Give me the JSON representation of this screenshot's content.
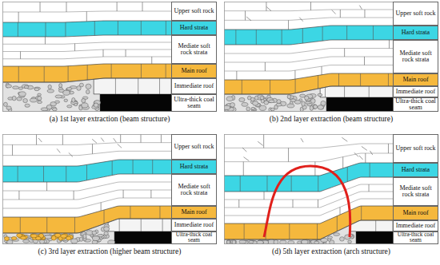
{
  "diagram": {
    "nodes": [
      {
        "text": [
          "(a) 1st layer extraction (beam structure)"
        ]
      },
      {
        "text": [
          "Upper soft rock"
        ],
        "in": 0
      },
      {
        "text": [
          "Hard strata"
        ],
        "in": 0
      },
      {
        "text": [
          "Mediate soft rock strata"
        ],
        "in": 0
      },
      {
        "text": [
          "Main roof"
        ],
        "in": 0
      },
      {
        "text": [
          "Immediate roof"
        ],
        "in": 0
      },
      {
        "text": [
          "Ultra-thick coal seam"
        ],
        "in": 0
      },
      {
        "text": [
          "(b) 2nd layer extraction (beam structure)"
        ]
      },
      {
        "text": [
          "Upper soft rock"
        ],
        "in": 7
      },
      {
        "text": [
          "Hard strata"
        ],
        "in": 7
      },
      {
        "text": [
          "Mediate soft rock strata"
        ],
        "in": 7
      },
      {
        "text": [
          "Main roof"
        ],
        "in": 7
      },
      {
        "text": [
          "Immediate roof"
        ],
        "in": 7
      },
      {
        "text": [
          "Ultra-thick coal seam"
        ],
        "in": 7
      },
      {
        "text": [
          "(c) 3rd layer extraction (higher beam structure)"
        ]
      },
      {
        "text": [
          "Upper soft rock"
        ],
        "in": 14
      },
      {
        "text": [
          "Hard strata"
        ],
        "in": 14
      },
      {
        "text": [
          "Mediate soft rock strata"
        ],
        "in": 14
      },
      {
        "text": [
          "Main roof"
        ],
        "in": 14
      },
      {
        "text": [
          "Immediate roof"
        ],
        "in": 14
      },
      {
        "text": [
          "Ultra-thick coal seam"
        ],
        "in": 14
      },
      {
        "text": [
          "(d) 5th layer extraction (arch structure)"
        ]
      },
      {
        "text": [
          "Upper soft rock"
        ],
        "in": 21
      },
      {
        "text": [
          "Hard strata"
        ],
        "in": 21
      },
      {
        "text": [
          "Mediate soft rock strata"
        ],
        "in": 21
      },
      {
        "text": [
          "Main roof"
        ],
        "in": 21
      },
      {
        "text": [
          "Immediate roof"
        ],
        "in": 21
      },
      {
        "text": [
          "Ultra-thick coal seam"
        ],
        "in": 21
      }
    ]
  }
}
